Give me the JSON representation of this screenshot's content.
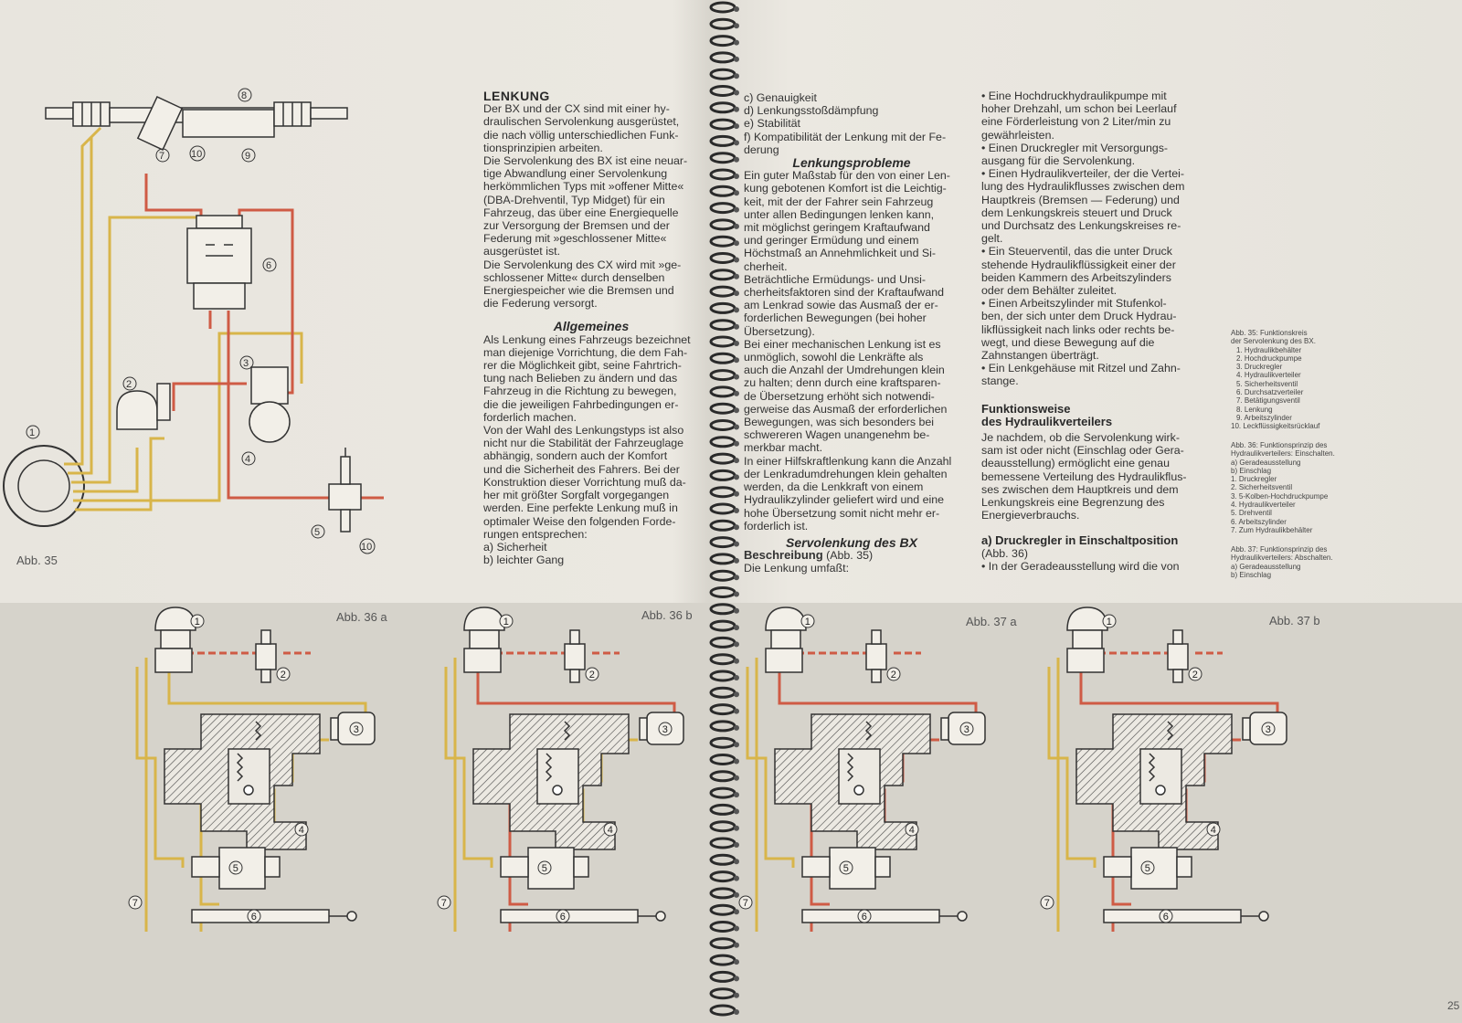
{
  "col1": {
    "heading": "LENKUNG",
    "intro_lines": [
      "Der BX und der CX sind mit einer hy-",
      "draulischen Servolenkung ausgerüstet,",
      "die nach völlig unterschiedlichen Funk-",
      "tionsprinzipien arbeiten.",
      "Die Servolenkung des BX ist eine neuar-",
      "tige Abwandlung einer Servolenkung",
      "herkömmlichen Typs mit »offener Mitte«",
      "(DBA-Drehventil, Typ Midget) für ein",
      "Fahrzeug, das über eine Energiequelle",
      "zur Versorgung der Bremsen und der",
      "Federung mit »geschlossener Mitte«",
      "ausgerüstet ist.",
      "Die Servolenkung des CX wird mit »ge-",
      "schlossener Mitte« durch denselben",
      "Energiespeicher wie die Bremsen und",
      "die Federung versorgt."
    ],
    "sub_heading": "Allgemeines",
    "body_lines": [
      "Als Lenkung eines Fahrzeugs bezeichnet",
      "man diejenige Vorrichtung, die dem Fah-",
      "rer die Möglichkeit gibt, seine Fahrtrich-",
      "tung nach Belieben zu ändern und das",
      "Fahrzeug in die Richtung zu bewegen,",
      "die die jeweiligen Fahrbedingungen er-",
      "forderlich machen.",
      "Von der Wahl des Lenkungstyps ist also",
      "nicht nur die Stabilität der Fahrzeuglage",
      "abhängig, sondern auch der Komfort",
      "und die Sicherheit des Fahrers. Bei der",
      "Konstruktion dieser Vorrichtung muß da-",
      "her mit größter Sorgfalt vorgegangen",
      "werden. Eine perfekte Lenkung muß in",
      "optimaler Weise den folgenden Forde-",
      "rungen entsprechen:",
      "a) Sicherheit",
      "b) leichter Gang"
    ]
  },
  "col2": {
    "list_lines": [
      "c) Genauigkeit",
      "d) Lenkungsstoßdämpfung",
      "e) Stabilität",
      "f) Kompatibilität der Lenkung mit der Fe-",
      "derung"
    ],
    "heading": "Lenkungsprobleme",
    "body_lines": [
      "Ein guter Maßstab für den von einer Len-",
      "kung gebotenen Komfort ist die Leichtig-",
      "keit, mit der der Fahrer sein Fahrzeug",
      "unter allen Bedingungen lenken kann,",
      "mit möglichst geringem Kraftaufwand",
      "und geringer Ermüdung und einem",
      "Höchstmaß an Annehmlichkeit und Si-",
      "cherheit.",
      "Beträchtliche Ermüdungs- und Unsi-",
      "cherheitsfaktoren sind der Kraftaufwand",
      "am Lenkrad sowie das Ausmaß der er-",
      "forderlichen Bewegungen (bei hoher",
      "Übersetzung).",
      "Bei einer mechanischen Lenkung ist es",
      "unmöglich, sowohl die Lenkräfte als",
      "auch die Anzahl der Umdrehungen klein",
      "zu halten; denn durch eine kraftsparen-",
      "de Übersetzung erhöht sich notwendi-",
      "gerweise das Ausmaß der erforderlichen",
      "Bewegungen, was sich besonders bei",
      "schwereren Wagen unangenehm be-",
      "merkbar macht.",
      "In einer Hilfskraftlenkung kann die Anzahl",
      "der Lenkradumdrehungen klein gehalten",
      "werden, da die Lenkkraft von einem",
      "Hydraulikzylinder geliefert wird und eine",
      "hohe Übersetzung somit nicht mehr er-",
      "forderlich ist."
    ],
    "heading2": "Servolenkung des BX",
    "sub_bold": "Beschreibung",
    "sub_ref": " (Abb. 35)",
    "last_line": "Die Lenkung umfaßt:"
  },
  "col3": {
    "bullet_lines": [
      "• Eine Hochdruckhydraulikpumpe mit",
      "hoher Drehzahl, um schon bei Leerlauf",
      "eine Förderleistung von 2 Liter/min zu",
      "gewährleisten.",
      "• Einen Druckregler mit Versorgungs-",
      "ausgang für die Servolenkung.",
      "• Einen Hydraulikverteiler, der die Vertei-",
      "lung des Hydraulikflusses zwischen dem",
      "Hauptkreis (Bremsen — Federung) und",
      "dem Lenkungskreis steuert und Druck",
      "und Durchsatz des Lenkungskreises re-",
      "gelt.",
      "• Ein Steuerventil, das die unter Druck",
      "stehende Hydraulikflüssigkeit einer der",
      "beiden Kammern des Arbeitszylinders",
      "oder dem Behälter zuleitet.",
      "• Einen Arbeitszylinder mit Stufenkol-",
      "ben, der sich unter dem Druck Hydrau-",
      "likflüssigkeit nach links oder rechts be-",
      "wegt, und diese Bewegung auf die",
      "Zahnstangen überträgt.",
      "• Ein Lenkgehäuse mit Ritzel und Zahn-",
      "stange."
    ],
    "heading_line1": "Funktionsweise",
    "heading_line2": "des Hydraulikverteilers",
    "body_lines": [
      "Je nachdem, ob die Servolenkung wirk-",
      "sam ist oder nicht (Einschlag oder Gera-",
      "deausstellung) ermöglicht eine genau",
      "bemessene Verteilung des Hydraulikflus-",
      "ses zwischen dem Hauptkreis und dem",
      "Lenkungskreis eine Begrenzung des",
      "Energieverbrauchs."
    ],
    "sub_heading": "a) Druckregler in Einschaltposition",
    "sub_ref": "(Abb. 36)",
    "last_line": "• In der Geradeausstellung wird die von"
  },
  "legend": {
    "abb35_lines": [
      "Abb. 35: Funktionskreis",
      "der Servolenkung des BX.",
      "1. Hydraulikbehälter",
      "2. Hochdruckpumpe",
      "3. Druckregler",
      "4. Hydraulikverteiler",
      "5. Sicherheitsventil",
      "6. Durchsatzverteiler",
      "7. Betätigungsventil",
      "8. Lenkung",
      "9. Arbeitszylinder",
      "10. Leckflüssigkeitsrücklauf"
    ],
    "abb36_lines": [
      "Abb. 36: Funktionsprinzip des",
      "Hydraulikverteilers: Einschalten.",
      "a) Geradeausstellung",
      "b) Einschlag",
      "1. Druckregler",
      "2. Sicherheitsventil",
      "3. 5-Kolben-Hochdruckpumpe",
      "4. Hydraulikverteiler",
      "5. Drehventil",
      "6. Arbeitszylinder",
      "7. Zum Hydraulikbehälter"
    ],
    "abb37_lines": [
      "Abb. 37: Funktionsprinzip des",
      "Hydraulikverteilers: Abschalten.",
      "a) Geradeausstellung",
      "b) Einschlag"
    ]
  },
  "figures": {
    "abb35": "Abb. 35",
    "abb36a": "Abb. 36 a",
    "abb36b": "Abb. 36 b",
    "abb37a": "Abb. 37 a",
    "abb37b": "Abb. 37 b",
    "numbers": [
      "1",
      "2",
      "3",
      "4",
      "5",
      "6",
      "7",
      "8",
      "9",
      "10"
    ]
  },
  "page_number": "25",
  "colors": {
    "pressure": "#cf5b45",
    "return": "#d8b54a",
    "line": "#2f2f2f"
  }
}
